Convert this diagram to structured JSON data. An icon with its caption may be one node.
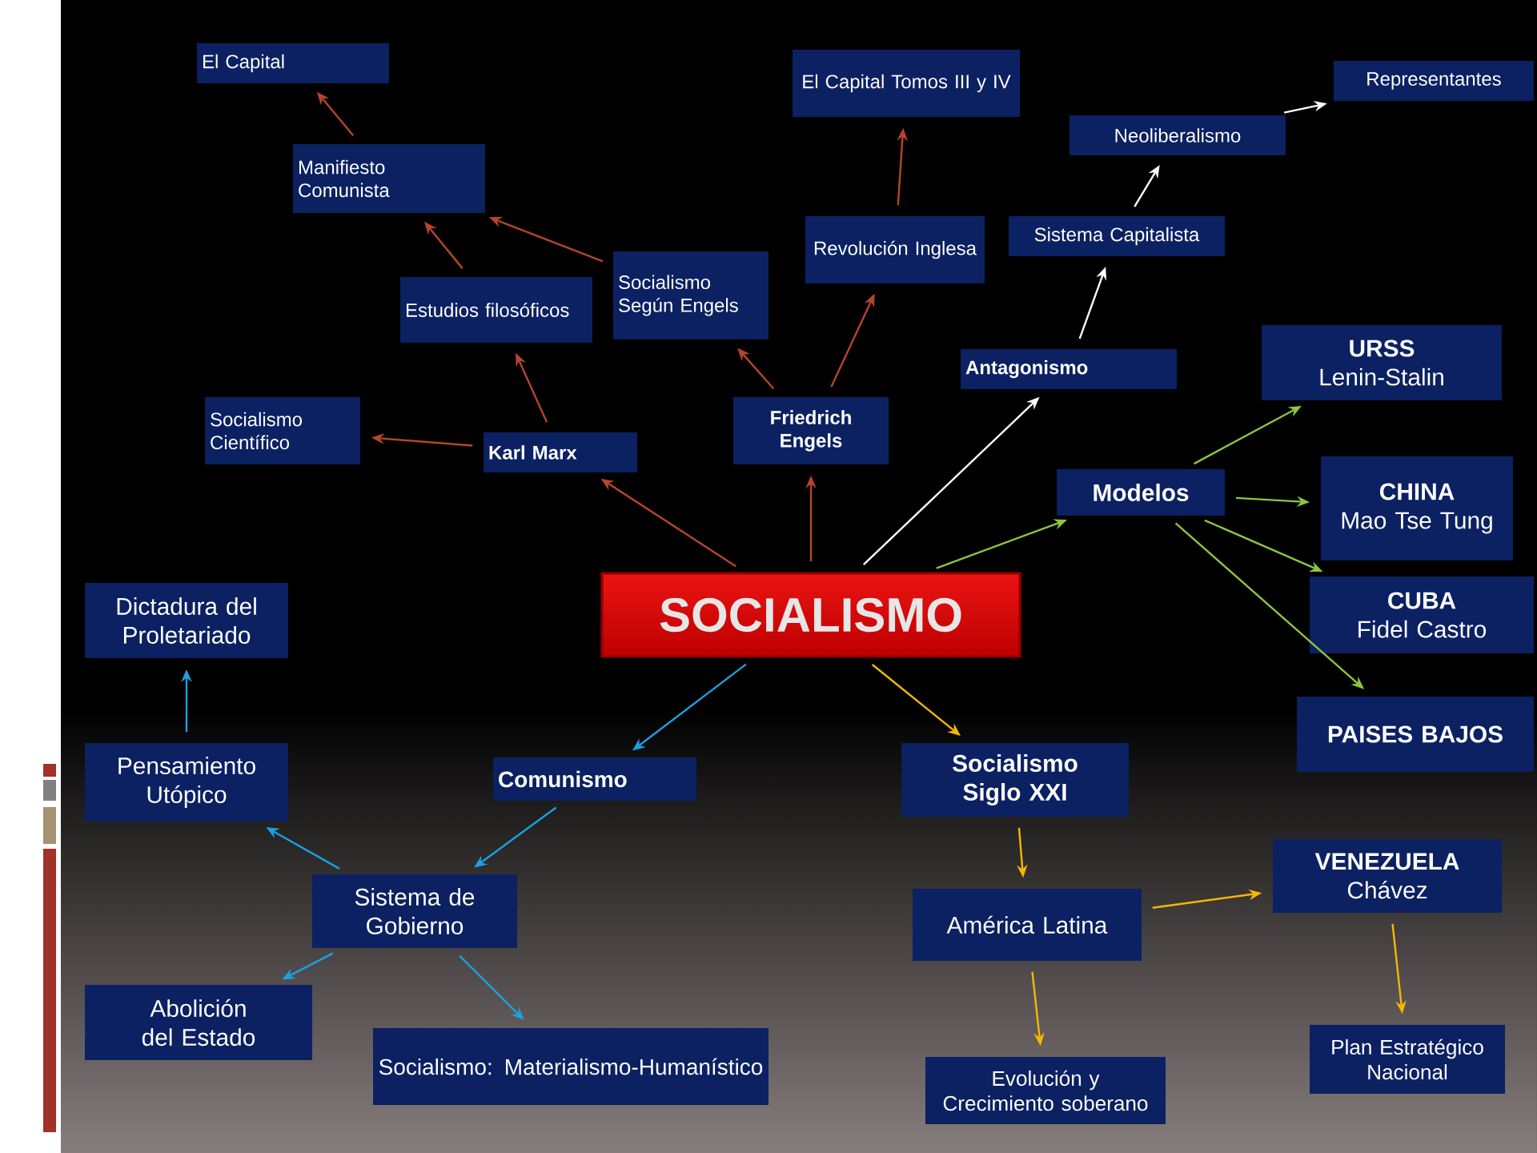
{
  "diagram": {
    "nodes": [
      {
        "text": [
          "El Capital"
        ]
      },
      {
        "text": [
          "Manifiesto Comunista"
        ]
      },
      {
        "text": [
          "El Capital Tomos III y IV"
        ]
      },
      {
        "text": [
          "Representantes"
        ]
      },
      {
        "text": [
          "Neoliberalismo"
        ]
      },
      {
        "text": [
          "Estudios filosóficos"
        ]
      },
      {
        "text": [
          "Socialismo Según Engels"
        ]
      },
      {
        "text": [
          "Revolución Inglesa"
        ]
      },
      {
        "text": [
          "Sistema Capitalista"
        ]
      },
      {
        "text": [
          "Antagonismo"
        ]
      },
      {
        "text": [
          "URSS",
          "Lenin-Stalin"
        ]
      },
      {
        "text": [
          "Socialismo Científico"
        ]
      },
      {
        "text": [
          "Karl Marx"
        ]
      },
      {
        "text": [
          "Friedrich Engels"
        ]
      },
      {
        "text": [
          "Modelos"
        ]
      },
      {
        "text": [
          "CHINA",
          "Mao Tse Tung"
        ]
      },
      {
        "text": [
          "Dictadura del Proletariado"
        ]
      },
      {
        "text": [
          "SOCIALISMO"
        ]
      },
      {
        "text": [
          "CUBA",
          "Fidel Castro"
        ]
      },
      {
        "text": [
          "PAISES BAJOS"
        ]
      },
      {
        "text": [
          "Pensamiento Utópico"
        ]
      },
      {
        "text": [
          "Comunismo"
        ]
      },
      {
        "text": [
          "Socialismo Siglo XXI"
        ]
      },
      {
        "text": [
          "VENEZUELA",
          "Chávez"
        ]
      },
      {
        "text": [
          "Sistema de Gobierno"
        ]
      },
      {
        "text": [
          "América Latina"
        ]
      },
      {
        "text": [
          "Abolición del Estado"
        ]
      },
      {
        "text": [
          "Socialismo: Materialismo-Humanístico"
        ]
      },
      {
        "text": [
          "Plan Estratégico Nacional"
        ]
      },
      {
        "text": [
          "Evolución y Crecimiento soberano"
        ]
      }
    ],
    "edges": [
      {
        "from": 17,
        "to": 12,
        "arrow": "to"
      },
      {
        "from": 17,
        "to": 13,
        "arrow": "to"
      },
      {
        "from": 12,
        "to": 11,
        "arrow": "to"
      },
      {
        "from": 12,
        "to": 5,
        "arrow": "to"
      },
      {
        "from": 5,
        "to": 1,
        "arrow": "to"
      },
      {
        "from": 1,
        "to": 0,
        "arrow": "to"
      },
      {
        "from": 13,
        "to": 6,
        "arrow": "to"
      },
      {
        "from": 6,
        "to": 1,
        "arrow": "to"
      },
      {
        "from": 13,
        "to": 7,
        "arrow": "to"
      },
      {
        "from": 7,
        "to": 2,
        "arrow": "to"
      },
      {
        "from": 17,
        "to": 9,
        "arrow": "to",
        "color": "#ffffff"
      },
      {
        "from": 9,
        "to": 8,
        "arrow": "to",
        "color": "#ffffff"
      },
      {
        "from": 8,
        "to": 4,
        "arrow": "to",
        "color": "#ffffff"
      },
      {
        "from": 4,
        "to": 3,
        "arrow": "to",
        "color": "#ffffff"
      },
      {
        "from": 17,
        "to": 14,
        "arrow": "to",
        "color": "#8cc63f"
      },
      {
        "from": 14,
        "to": 10,
        "arrow": "to",
        "color": "#8cc63f"
      },
      {
        "from": 14,
        "to": 15,
        "arrow": "to",
        "color": "#8cc63f"
      },
      {
        "from": 14,
        "to": 18,
        "arrow": "to",
        "color": "#8cc63f"
      },
      {
        "from": 14,
        "to": 19,
        "arrow": "to",
        "color": "#8cc63f"
      },
      {
        "from": 17,
        "to": 21,
        "arrow": "to",
        "color": "#1ba1e2"
      },
      {
        "from": 21,
        "to": 24,
        "arrow": "to",
        "color": "#1ba1e2"
      },
      {
        "from": 24,
        "to": 20,
        "arrow": "to",
        "color": "#1ba1e2"
      },
      {
        "from": 20,
        "to": 16,
        "arrow": "to",
        "color": "#1ba1e2"
      },
      {
        "from": 24,
        "to": 26,
        "arrow": "to",
        "color": "#1ba1e2"
      },
      {
        "from": 24,
        "to": 27,
        "arrow": "to",
        "color": "#1ba1e2"
      },
      {
        "from": 17,
        "to": 22,
        "arrow": "to",
        "color": "#f5b800"
      },
      {
        "from": 22,
        "to": 25,
        "arrow": "to",
        "color": "#f5b800"
      },
      {
        "from": 25,
        "to": 23,
        "arrow": "to",
        "color": "#f5b800"
      },
      {
        "from": 23,
        "to": 28,
        "arrow": "to",
        "color": "#f5b800"
      },
      {
        "from": 25,
        "to": 29,
        "arrow": "to",
        "color": "#f5b800"
      }
    ]
  }
}
